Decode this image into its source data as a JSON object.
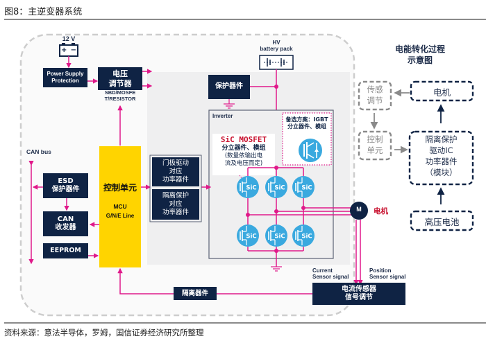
{
  "figure": {
    "title": "图8：主逆变器系统",
    "source": "资料来源：意法半导体，罗姆，国信证券经济研究所整理"
  },
  "system": {
    "battery_12v": {
      "label": "12 V",
      "plus": "+",
      "minus": "−"
    },
    "power_supply_protection": [
      "Power Supply",
      "Protection"
    ],
    "voltage_regulator": {
      "lines": [
        "电压",
        "调节器"
      ],
      "caption": [
        "SBD/MOSFE",
        "T/RESISTOR"
      ]
    },
    "hv_battery": {
      "label": [
        "HV",
        "battery pack"
      ]
    },
    "protection_device": "保护器件",
    "can_bus": "CAN bus",
    "esd": [
      "ESD",
      "保护器件"
    ],
    "can_transceiver": [
      "CAN",
      "收发器"
    ],
    "eeprom": "EEPROM",
    "control_unit": {
      "title": "控制单元",
      "mcu": "MCU",
      "line": "G/N/E Line"
    },
    "gate_driver": [
      "门极驱动",
      "对应",
      "功率器件"
    ],
    "isolation_protection": [
      "隔离保护",
      "对应",
      "功率器件"
    ],
    "inverter": {
      "label": "Inverter",
      "sic_title": "SiC MOSFET",
      "sic_sub": [
        "分立器件、模组",
        "(数量依输出电",
        "流及电压而定)"
      ],
      "igbt_alt": [
        "备选方案：IGBT",
        "分立器件、模组"
      ],
      "switch_label": "SiC",
      "switch_count": 6
    },
    "motor": {
      "symbol": "M",
      "label": "电机"
    },
    "current_sensor_label": [
      "Current",
      "Sensor signal"
    ],
    "position_sensor_label": [
      "Position",
      "Sensor signal"
    ],
    "sensor_conditioning": [
      "电流传感器",
      "信号调节"
    ],
    "isolation_device": "隔离器件"
  },
  "energy_flow": {
    "title": [
      "电能转化过程",
      "示意图"
    ],
    "sensor_adjust": [
      "传感",
      "调节"
    ],
    "motor": "电机",
    "control_unit": [
      "控制",
      "单元"
    ],
    "driver_module": [
      "隔离保护",
      "驱动IC",
      "功率器件",
      "（模块）"
    ],
    "hv_battery": "高压电池"
  },
  "colors": {
    "navy": "#0f2344",
    "magenta": "#e0198a",
    "yellow": "#ffd400",
    "sic_blue": "#3aa9df",
    "red_text": "#c8102e",
    "panel_gray": "#efeff0",
    "dash_gray": "#c8c8c8"
  }
}
